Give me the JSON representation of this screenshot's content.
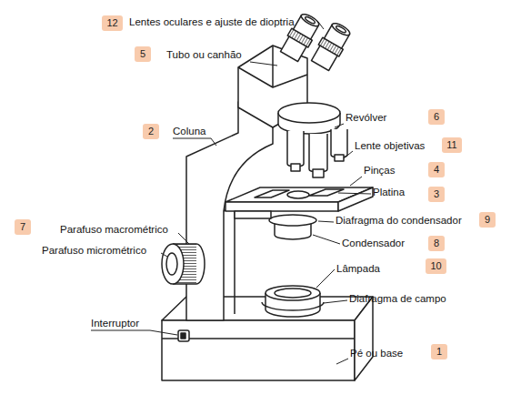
{
  "diagram": {
    "nodes": [
      {
        "text": [
          "12"
        ]
      },
      {
        "text": [
          "5"
        ]
      },
      {
        "text": [
          "6"
        ]
      },
      {
        "text": [
          "2"
        ]
      },
      {
        "text": [
          "11"
        ]
      },
      {
        "text": [
          "4"
        ]
      },
      {
        "text": [
          "3"
        ]
      },
      {
        "text": [
          "9"
        ]
      },
      {
        "text": [
          "7"
        ]
      },
      {
        "text": [
          "8"
        ]
      },
      {
        "text": [
          "10"
        ]
      },
      {
        "text": [
          "1"
        ]
      }
    ],
    "labels": [
      "Lentes oculares e ajuste de dioptria",
      "Tubo ou canhão",
      "Revólver",
      "Coluna",
      "Lente objetivas",
      "Pinças",
      "Platina",
      "Diafragma do condensador",
      "Parafuso macrométrico",
      "Condensador",
      "Parafuso micrométrico",
      "Lâmpada",
      "Diafragma de campo",
      "Interruptor",
      "Pé ou base"
    ]
  }
}
